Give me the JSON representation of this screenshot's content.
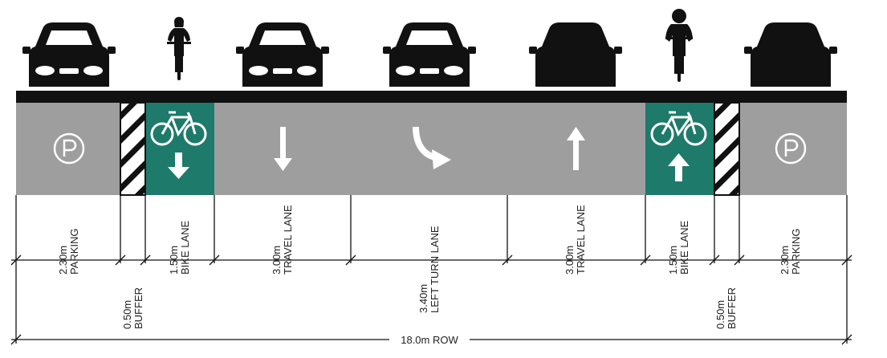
{
  "diagram": {
    "colors": {
      "pavement": "#9e9e9e",
      "bike_lane": "#1e7a6a",
      "curb": "#111111",
      "marking": "#ffffff",
      "line": "#111111"
    },
    "total": {
      "label": "18.0m ROW"
    },
    "lanes": [
      {
        "id": "parking-left",
        "width_label": "2.30m",
        "name": "PARKING",
        "symbol": "parking",
        "vehicle": "car-front"
      },
      {
        "id": "buffer-left",
        "width_label": "0.50m",
        "name": "BUFFER",
        "symbol": "hatch",
        "vehicle": ""
      },
      {
        "id": "bike-left",
        "width_label": "1.50m",
        "name": "BIKE LANE",
        "symbol": "bike-down",
        "vehicle": "cyclist-front"
      },
      {
        "id": "travel-left",
        "width_label": "3.00m",
        "name": "TRAVEL LANE",
        "symbol": "arrow-down",
        "vehicle": "car-front"
      },
      {
        "id": "left-turn",
        "width_label": "3.40m",
        "name": "LEFT TURN LANE",
        "symbol": "turn-arrow",
        "vehicle": "car-front"
      },
      {
        "id": "travel-right",
        "width_label": "3.00m",
        "name": "TRAVEL LANE",
        "symbol": "arrow-up",
        "vehicle": "car-rear"
      },
      {
        "id": "bike-right",
        "width_label": "1.50m",
        "name": "BIKE LANE",
        "symbol": "bike-up",
        "vehicle": "cyclist-rear"
      },
      {
        "id": "buffer-right",
        "width_label": "0.50m",
        "name": "BUFFER",
        "symbol": "hatch",
        "vehicle": ""
      },
      {
        "id": "parking-right",
        "width_label": "2.30m",
        "name": "PARKING",
        "symbol": "parking",
        "vehicle": "car-rear"
      }
    ]
  }
}
